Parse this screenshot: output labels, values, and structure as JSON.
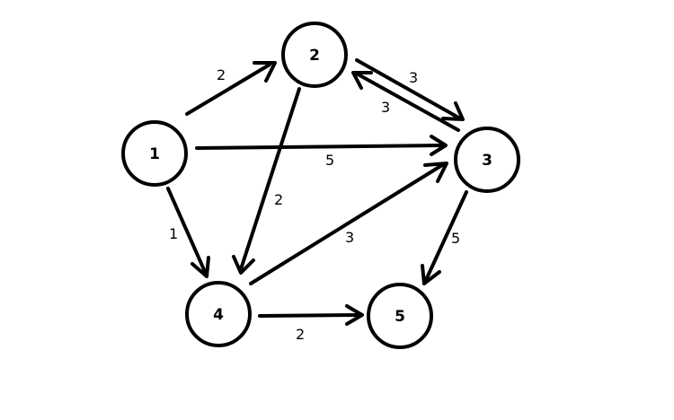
{
  "nodes": [
    {
      "id": "1",
      "label": "1"
    },
    {
      "id": "2",
      "label": "2"
    },
    {
      "id": "3",
      "label": "3"
    },
    {
      "id": "4",
      "label": "4"
    },
    {
      "id": "5",
      "label": "5"
    }
  ],
  "edges": [
    {
      "from": "1",
      "to": "2",
      "weight": "2"
    },
    {
      "from": "1",
      "to": "3",
      "weight": "5"
    },
    {
      "from": "1",
      "to": "4",
      "weight": "1"
    },
    {
      "from": "2",
      "to": "3",
      "weight": "3"
    },
    {
      "from": "3",
      "to": "2",
      "weight": "3"
    },
    {
      "from": "2",
      "to": "4",
      "weight": "2"
    },
    {
      "from": "4",
      "to": "3",
      "weight": "3"
    },
    {
      "from": "3",
      "to": "5",
      "weight": "5"
    },
    {
      "from": "4",
      "to": "5",
      "weight": "2"
    }
  ],
  "colors": {
    "stroke": "#000000",
    "background": "#ffffff"
  }
}
